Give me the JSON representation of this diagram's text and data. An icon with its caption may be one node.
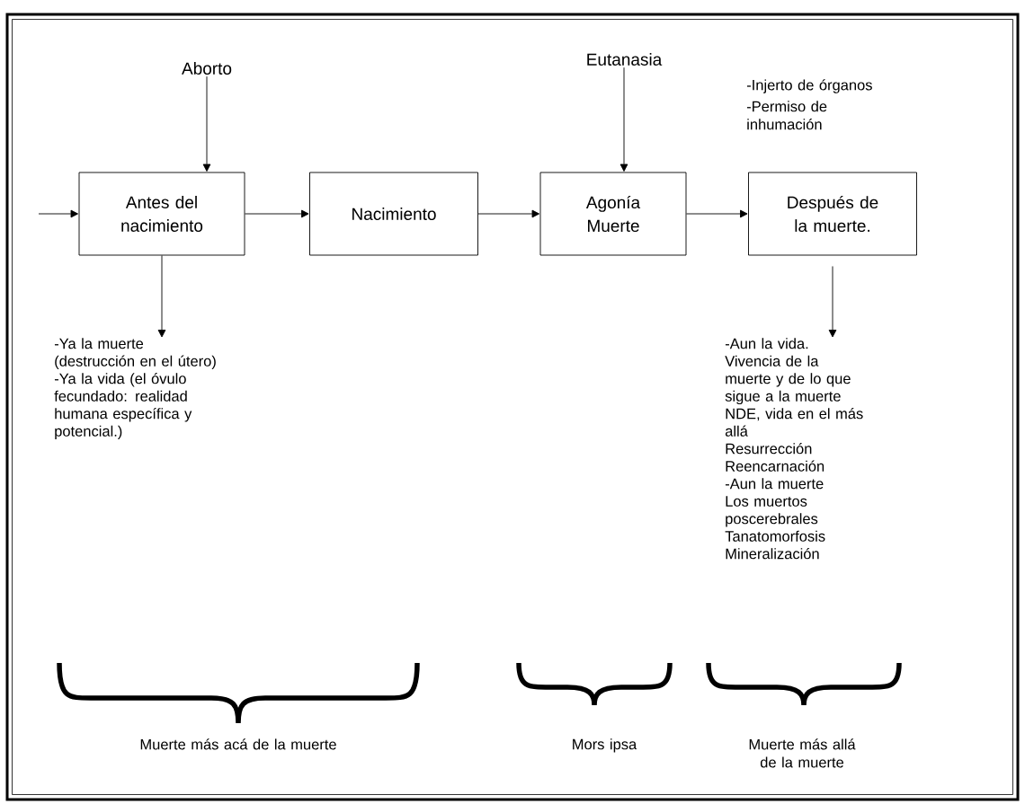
{
  "diagram": {
    "nodes": [
      {
        "text": [
          "Aborto"
        ]
      },
      {
        "text": [
          "Eutanasia"
        ]
      },
      {
        "text": [
          "Antes del nacimiento"
        ]
      },
      {
        "text": [
          "Nacimiento"
        ]
      },
      {
        "text": [
          "Agonía Muerte"
        ]
      },
      {
        "text": [
          "Después de la muerte."
        ]
      },
      {
        "text": [
          "-Ya la muerte",
          "(destrucción en el útero)",
          "-Ya la vida (el óvulo fecundado: realidad humana específica y potencial.)"
        ]
      },
      {
        "text": [
          "-Aun la vida.",
          "Vivencia de la muerte y de lo que sigue a la muerte",
          "NDE, vida en el más allá",
          "Resurrección",
          "Reencarnación",
          "-Aun la muerte",
          "Los muertos poscerebrales",
          "Tanatomorfosis",
          "Mineralización"
        ]
      }
    ],
    "edges": [
      {
        "from": null,
        "to": 2,
        "arrow": "to"
      },
      {
        "from": 0,
        "to": 2,
        "arrow": "to"
      },
      {
        "from": 2,
        "to": 3,
        "arrow": "to"
      },
      {
        "from": 3,
        "to": 4,
        "arrow": "to"
      },
      {
        "from": 1,
        "to": 4,
        "arrow": "to"
      },
      {
        "from": 4,
        "to": 5,
        "arrow": "to"
      },
      {
        "from": 2,
        "to": 6,
        "arrow": "to"
      },
      {
        "from": 5,
        "to": 7,
        "arrow": "to"
      }
    ],
    "labels": [
      "-Injerto de órganos",
      "-Permiso de inhumación",
      "Muerte más acá de la muerte",
      "Mors ipsa",
      "Muerte más allá de la muerte"
    ]
  }
}
